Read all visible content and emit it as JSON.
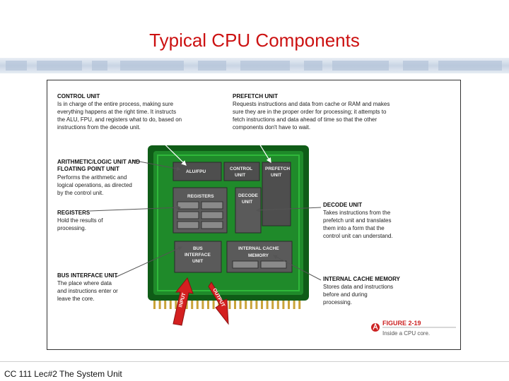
{
  "slide": {
    "title": "Typical CPU Components",
    "footer": "CC 111 Lec#2 The System Unit"
  },
  "colors": {
    "title": "#cc1111",
    "chip_green": "#1f8a2a",
    "chip_dark": "#0f5c17",
    "module_gray": "#5a5a5a",
    "arrow_red": "#d42020"
  },
  "callouts": {
    "control_unit": {
      "heading": "CONTROL UNIT",
      "lines": [
        "Is in charge of the entire process, making sure",
        "everything happens at the right time. It instructs",
        "the ALU, FPU, and registers what to do, based on",
        "instructions from the decode unit."
      ]
    },
    "prefetch_unit": {
      "heading": "PREFETCH UNIT",
      "lines": [
        "Requests instructions and data from cache or RAM and makes",
        "sure they are in the proper order for processing; it attempts to",
        "fetch instructions and data ahead of time so that the other",
        "components don't have to wait."
      ]
    },
    "alu_fpu": {
      "heading_lines": [
        "ARITHMETIC/LOGIC UNIT AND",
        "FLOATING POINT UNIT"
      ],
      "lines": [
        "Performs the arithmetic and",
        "logical operations, as directed",
        "by the control unit."
      ]
    },
    "registers": {
      "heading": "REGISTERS",
      "lines": [
        "Hold the results of",
        "processing."
      ]
    },
    "decode_unit": {
      "heading": "DECODE UNIT",
      "lines": [
        "Takes instructions from the",
        "prefetch unit and translates",
        "them into a form that the",
        "control unit can understand."
      ]
    },
    "bus_interface_unit": {
      "heading": "BUS INTERFACE UNIT",
      "lines": [
        "The place where data",
        "and instructions enter or",
        "leave the core."
      ]
    },
    "internal_cache_memory": {
      "heading": "INTERNAL CACHE MEMORY",
      "lines": [
        "Stores data and instructions",
        "before and during",
        "processing."
      ]
    }
  },
  "chip_labels": {
    "alu_fpu": "ALU/FPU",
    "control_unit": [
      "CONTROL",
      "UNIT"
    ],
    "prefetch_unit": [
      "PREFETCH",
      "UNIT"
    ],
    "registers": "REGISTERS",
    "decode_unit": [
      "DECODE",
      "UNIT"
    ],
    "bus_interface_unit": [
      "BUS",
      "INTERFACE",
      "UNIT"
    ],
    "internal_cache_memory": [
      "INTERNAL CACHE",
      "MEMORY"
    ]
  },
  "arrows": {
    "input": "INPUT",
    "output": "OUTPUT"
  },
  "figure": {
    "number": "FIGURE 2-19",
    "caption": "Inside a CPU core."
  }
}
